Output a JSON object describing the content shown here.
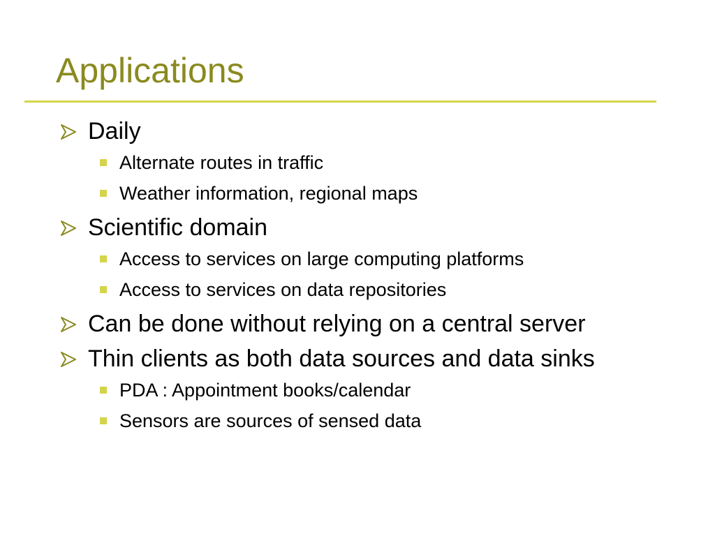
{
  "slide": {
    "title": "Applications",
    "accent_color": "#d4d44a",
    "title_color": "#8a8a1f",
    "bullets": [
      {
        "text": "Daily",
        "icon": "arrow-bullet-icon",
        "sub": [
          "Alternate routes in traffic",
          "Weather information, regional maps"
        ]
      },
      {
        "text": "Scientific domain",
        "icon": "arrow-bullet-icon",
        "sub": [
          "Access to services on large computing platforms",
          "Access to services on data repositories"
        ]
      },
      {
        "text": "Can be done without relying on a central server",
        "icon": "arrow-bullet-icon",
        "sub": []
      },
      {
        "text": "Thin clients as both data sources and data sinks",
        "icon": "arrow-bullet-icon",
        "sub": [
          "PDA : Appointment books/calendar",
          "Sensors are sources of sensed data"
        ]
      }
    ]
  }
}
